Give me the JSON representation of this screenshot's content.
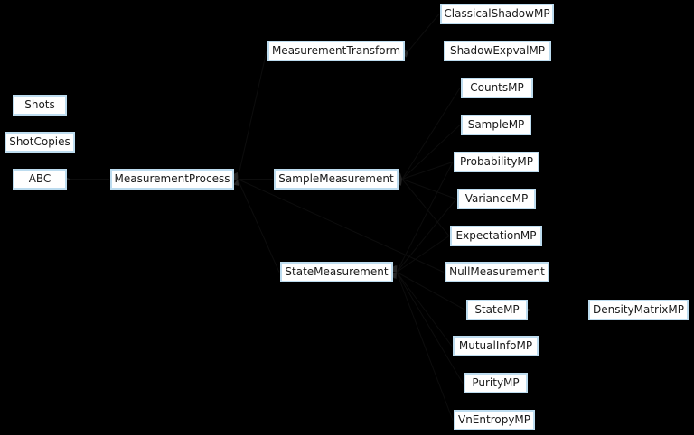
{
  "diagram": {
    "type": "inheritance-diagram",
    "background_color": "#000000",
    "node_fill_color": "#ffffff",
    "node_border_color": "#bddcef",
    "node_text_color": "#1a1a1a",
    "edge_color": "#0d0d0d",
    "arrowhead_color": "#262626"
  },
  "nodes": {
    "shots": {
      "label": "Shots"
    },
    "shot_copies": {
      "label": "ShotCopies"
    },
    "abc": {
      "label": "ABC"
    },
    "measurement_process": {
      "label": "MeasurementProcess"
    },
    "measurement_transform": {
      "label": "MeasurementTransform"
    },
    "sample_measurement": {
      "label": "SampleMeasurement"
    },
    "state_measurement": {
      "label": "StateMeasurement"
    },
    "classical_shadow_mp": {
      "label": "ClassicalShadowMP"
    },
    "shadow_expval_mp": {
      "label": "ShadowExpvalMP"
    },
    "counts_mp": {
      "label": "CountsMP"
    },
    "sample_mp": {
      "label": "SampleMP"
    },
    "probability_mp": {
      "label": "ProbabilityMP"
    },
    "variance_mp": {
      "label": "VarianceMP"
    },
    "expectation_mp": {
      "label": "ExpectationMP"
    },
    "null_measurement": {
      "label": "NullMeasurement"
    },
    "state_mp": {
      "label": "StateMP"
    },
    "mutual_info_mp": {
      "label": "MutualInfoMP"
    },
    "purity_mp": {
      "label": "PurityMP"
    },
    "vn_entropy_mp": {
      "label": "VnEntropyMP"
    },
    "density_matrix_mp": {
      "label": "DensityMatrixMP"
    }
  },
  "edges": [
    {
      "parent": "abc",
      "child": "measurement_process"
    },
    {
      "parent": "measurement_process",
      "child": "measurement_transform"
    },
    {
      "parent": "measurement_process",
      "child": "sample_measurement"
    },
    {
      "parent": "measurement_process",
      "child": "state_measurement"
    },
    {
      "parent": "measurement_process",
      "child": "null_measurement"
    },
    {
      "parent": "measurement_transform",
      "child": "classical_shadow_mp"
    },
    {
      "parent": "measurement_transform",
      "child": "shadow_expval_mp"
    },
    {
      "parent": "sample_measurement",
      "child": "counts_mp"
    },
    {
      "parent": "sample_measurement",
      "child": "sample_mp"
    },
    {
      "parent": "sample_measurement",
      "child": "probability_mp"
    },
    {
      "parent": "sample_measurement",
      "child": "variance_mp"
    },
    {
      "parent": "sample_measurement",
      "child": "expectation_mp"
    },
    {
      "parent": "state_measurement",
      "child": "probability_mp"
    },
    {
      "parent": "state_measurement",
      "child": "variance_mp"
    },
    {
      "parent": "state_measurement",
      "child": "expectation_mp"
    },
    {
      "parent": "state_measurement",
      "child": "state_mp"
    },
    {
      "parent": "state_measurement",
      "child": "mutual_info_mp"
    },
    {
      "parent": "state_measurement",
      "child": "purity_mp"
    },
    {
      "parent": "state_measurement",
      "child": "vn_entropy_mp"
    },
    {
      "parent": "state_mp",
      "child": "density_matrix_mp"
    }
  ]
}
